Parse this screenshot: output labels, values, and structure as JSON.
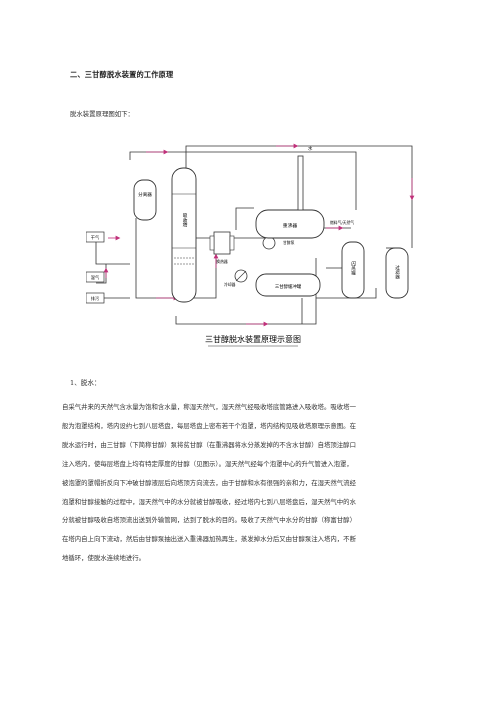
{
  "doc": {
    "section_title": "二、三甘醇脱水装置的工作原理",
    "intro": "脱水装置原理图如下：",
    "subsection": "1、脱水：",
    "paragraph_lines": [
      "自采气井来的天然气含水量为饱和含水量，称湿天然气，湿天然气经吸收塔底管路进入吸收塔。吸收塔一",
      "般为泡罩结构，塔内设约七到八层塔盘，每层塔盘上密布若干个泡罩，塔内结构见吸收塔原理示意图。在",
      "脱水运行时，由三甘醇（下简称甘醇）泵将贫甘醇（在重沸器将水分蒸发掉的不含水甘醇）自塔顶注醇口",
      "注入塔内，使每层塔盘上均有特定厚度的甘醇（见图示）。湿天然气经每个泡罩中心的升气管进入泡罩，",
      "被泡罩的罩帽折反向下冲破甘醇液层后向塔顶方向流去，由于甘醇和水有很强的亲和力，在湿天然气流经",
      "泡罩和甘醇接触的过程中，湿天然气中的水分就被甘醇吸收，经过塔内七到八层塔盘后，湿天然气中的水",
      "分就被甘醇吸收自塔顶流出送到外输管网，达到了脱水的目的。吸收了天然气中水分的甘醇（称富甘醇）",
      "在塔内自上向下流动，然后由甘醇泵抽出送入重沸器加热再生，蒸发掉水分后又由甘醇泵注入塔内，不断",
      "地循环，使脱水连续地进行。"
    ]
  },
  "diagram": {
    "caption": "三甘醇脱水装置原理示意图",
    "labels": {
      "separator": "分离器",
      "absorber": "吸收塔",
      "reboiler": "重沸器",
      "surge_tank": "三甘醇缓冲罐",
      "flash_tank": "闪蒸罐",
      "filter": "过滤器",
      "heat_exchanger": "换热器",
      "fuel_gas": "燃料气/天然气",
      "dry_gas": "干气",
      "wet_gas": "湿气",
      "drain": "排污",
      "water": "水",
      "pump": "甘醇泵",
      "cooler": "冷却器",
      "glycol_pump": "甘醇泵"
    },
    "colors": {
      "line": "#333333",
      "arrow": "#c0307a"
    }
  }
}
